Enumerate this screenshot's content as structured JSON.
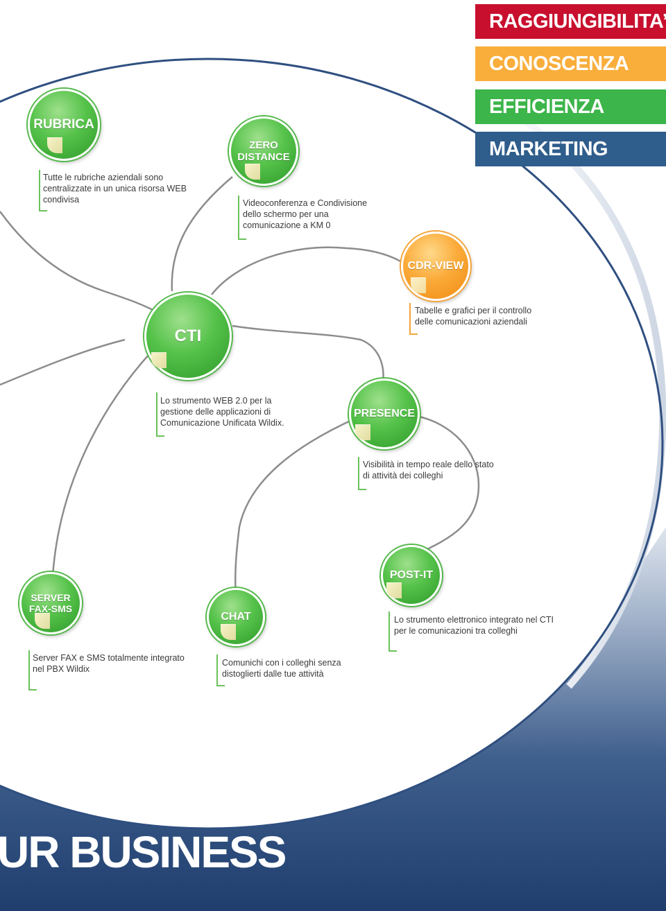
{
  "banners": [
    {
      "label": "RAGGIUNGIBILITA’",
      "color": "#c8102e"
    },
    {
      "label": "CONOSCENZA",
      "color": "#f9ae3c"
    },
    {
      "label": "EFFICIENZA",
      "color": "#3cb54a"
    },
    {
      "label": "MARKETING",
      "color": "#2f5d8c"
    }
  ],
  "nodes": {
    "rubrica": {
      "title": "RUBRICA",
      "desc": "Tutte le rubriche aziendali sono centralizzate in un unica risorsa WEB condivisa"
    },
    "zero_distance": {
      "title_line1": "ZERO",
      "title_line2": "DISTANCE",
      "desc": "Videoconferenza e Condivisione dello schermo per una comunicazione a KM 0"
    },
    "cdr_view": {
      "title": "CDR-VIEW",
      "desc": "Tabelle e grafici per il controllo delle comunicazioni aziendali"
    },
    "cti": {
      "title": "CTI",
      "desc": "Lo strumento WEB 2.0 per la gestione delle applicazioni di Comunicazione Unificata Wildix."
    },
    "presence": {
      "title": "PRESENCE",
      "desc": "Visibilità in tempo reale dello stato di attività dei colleghi"
    },
    "server_fax_sms": {
      "title_line1": "SERVER",
      "title_line2": "FAX-SMS",
      "desc": "Server FAX e SMS totalmente integrato nel PBX Wildix"
    },
    "chat": {
      "title": "CHAT",
      "desc": "Comunichi con i colleghi senza distoglierti dalle tue attività"
    },
    "post_it": {
      "title": "POST-IT",
      "desc": "Lo strumento elettronico integrato nel CTI per le comunicazioni tra colleghi"
    }
  },
  "footer": {
    "text": "UR BUSINESS"
  },
  "colors": {
    "green": "#3cb54a",
    "orange": "#f9ae3c",
    "navy": "#2a4c7e",
    "connector": "#8a8a8a"
  }
}
